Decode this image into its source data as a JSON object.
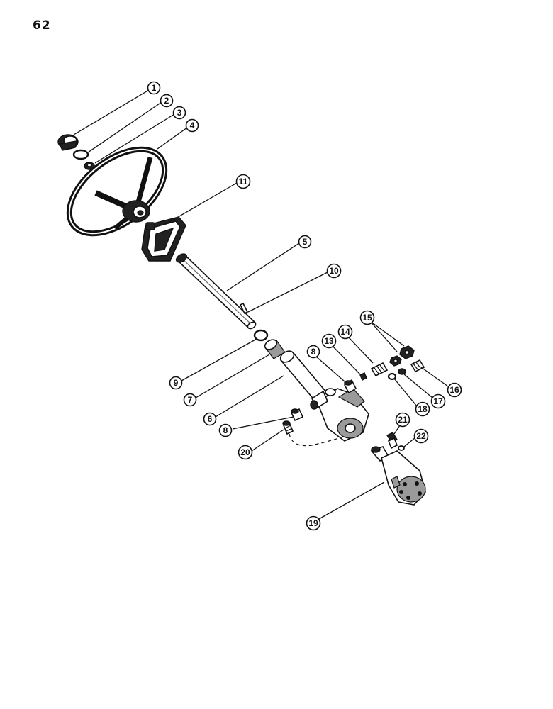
{
  "page": {
    "number": "62"
  },
  "diagram": {
    "callouts": [
      {
        "id": "c1",
        "label": "1"
      },
      {
        "id": "c2",
        "label": "2"
      },
      {
        "id": "c3",
        "label": "3"
      },
      {
        "id": "c4",
        "label": "4"
      },
      {
        "id": "c11",
        "label": "11"
      },
      {
        "id": "c5",
        "label": "5"
      },
      {
        "id": "c10",
        "label": "10"
      },
      {
        "id": "c15",
        "label": "15"
      },
      {
        "id": "c14",
        "label": "14"
      },
      {
        "id": "c13",
        "label": "13"
      },
      {
        "id": "c8a",
        "label": "8"
      },
      {
        "id": "c9",
        "label": "9"
      },
      {
        "id": "c7",
        "label": "7"
      },
      {
        "id": "c6",
        "label": "6"
      },
      {
        "id": "c16",
        "label": "16"
      },
      {
        "id": "c17",
        "label": "17"
      },
      {
        "id": "c18",
        "label": "18"
      },
      {
        "id": "c8b",
        "label": "8"
      },
      {
        "id": "c20",
        "label": "20"
      },
      {
        "id": "c21",
        "label": "21"
      },
      {
        "id": "c22",
        "label": "22"
      },
      {
        "id": "c19",
        "label": "19"
      }
    ]
  }
}
